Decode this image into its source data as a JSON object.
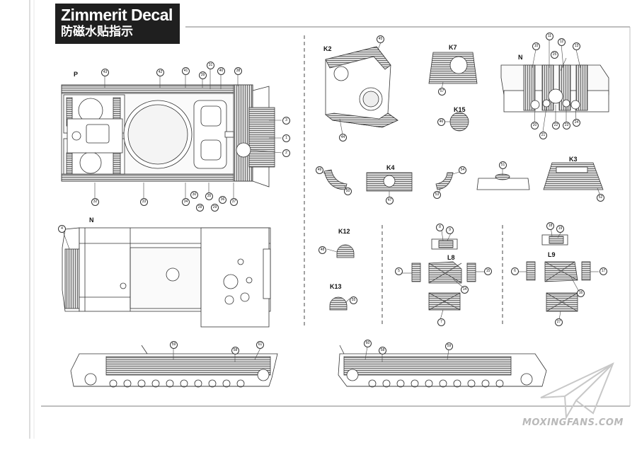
{
  "header": {
    "title_en": "Zimmerit Decal",
    "title_cn": "防磁水贴指示"
  },
  "views": {
    "P": "P",
    "N_hull": "N",
    "K2": "K2",
    "K7": "K7",
    "N_rear": "N",
    "K15": "K15",
    "K4": "K4",
    "K3": "K3",
    "K12": "K12",
    "K13": "K13",
    "L8": "L8",
    "L9": "L9"
  },
  "callouts": {
    "p43": "43",
    "p42": "42",
    "p41": "41",
    "p39": "39",
    "p31": "31",
    "p40": "40",
    "p38": "38",
    "p3": "3",
    "p1": "1",
    "p2": "2",
    "p32": "32",
    "p33": "33",
    "p34": "34",
    "p30": "30",
    "p28": "28",
    "p35": "35",
    "p29": "29",
    "p36": "36",
    "p37": "37",
    "n4": "4",
    "k45": "45",
    "k44": "44",
    "k57": "57",
    "k46": "46",
    "r10": "10",
    "r11": "11",
    "r12": "12",
    "r25": "25",
    "r13": "13",
    "r20": "20",
    "r21": "21",
    "r22": "22",
    "r23": "23",
    "r24": "24",
    "m49": "49",
    "m50": "50",
    "m47": "47",
    "m54": "54",
    "m53": "53",
    "m51": "51",
    "m52": "52",
    "k48": "48",
    "k55": "55",
    "l8": "8",
    "l9": "9",
    "l5": "5",
    "l14": "14",
    "l15": "15",
    "l7": "7",
    "l18": "18",
    "l19": "19",
    "l6": "6",
    "l16": "16",
    "l17": "17",
    "l27": "27",
    "s59a": "59",
    "s58a": "58",
    "s61": "61",
    "s60": "60",
    "s58b": "58",
    "s59b": "59"
  },
  "watermark": "MOXINGFANS.COM",
  "colors": {
    "ink": "#333333",
    "hatch": "#777777",
    "title_bg": "#1f1f1f"
  }
}
